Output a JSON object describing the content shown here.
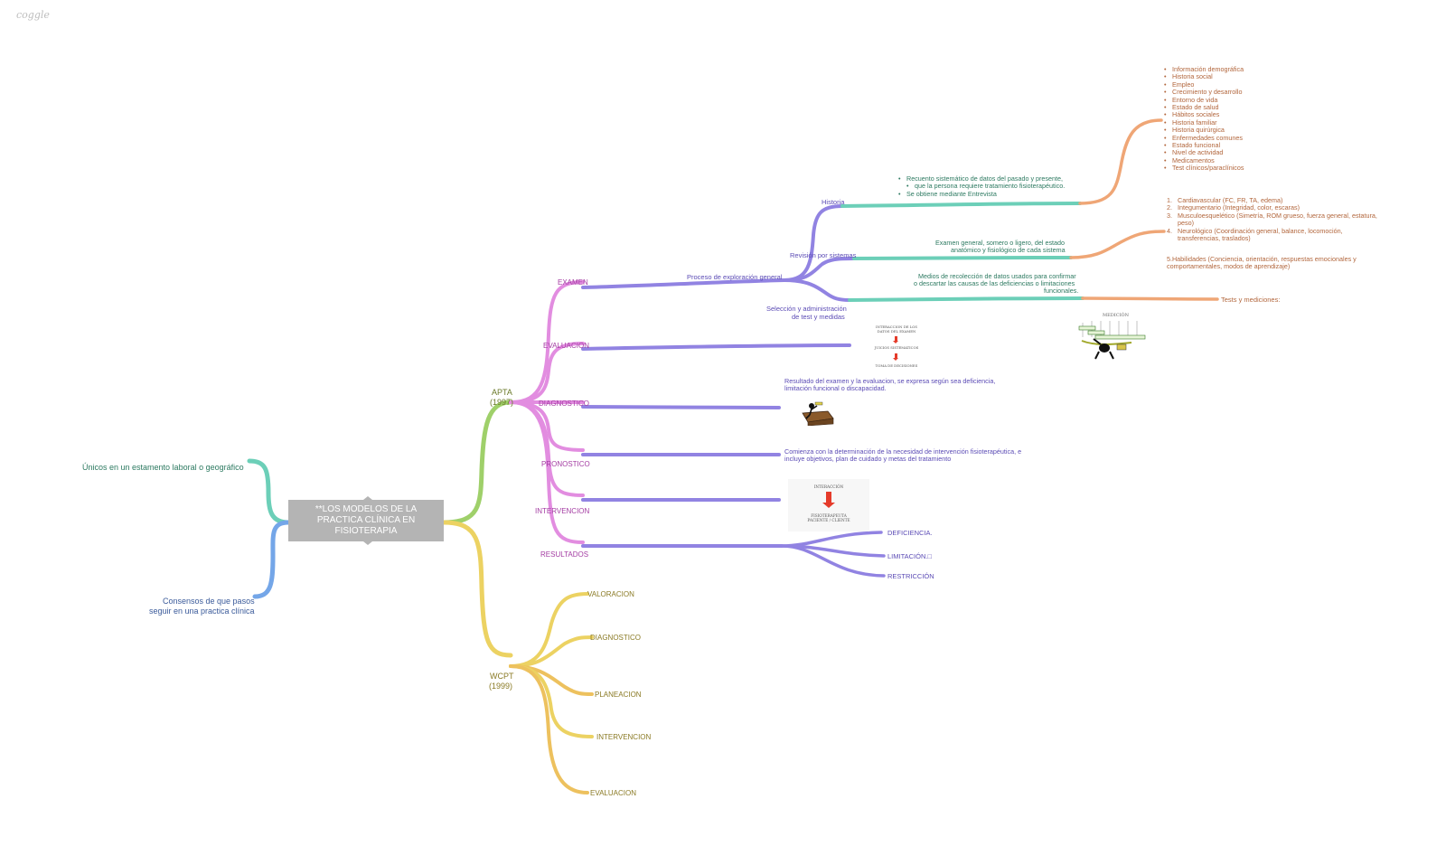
{
  "brand": "coggle",
  "colors": {
    "teal": "#6ccfb8",
    "blue": "#74a6e8",
    "green": "#9fd06a",
    "yellow": "#ecd262",
    "orange_yellow": "#edc15e",
    "magenta": "#e28de0",
    "purple": "#9183e2",
    "orange": "#efa676",
    "root_bg": "#b4b4b4"
  },
  "root": {
    "label": "**LOS MODELOS DE LA PRACTICA CLÍNICA EN FISIOTERAPIA"
  },
  "left": {
    "unique": "Únicos en un estamento laboral o geográfico",
    "consensus_1": "Consensos de que pasos",
    "consensus_2": "seguir en una practica clínica"
  },
  "apta": {
    "label_1": "APTA",
    "label_2": "(1997)",
    "branches": {
      "examen": "EXAMEN",
      "evaluacion": "EVALUACION",
      "diagnostico": "DIAGNOSTICO",
      "pronostico": "PRONOSTICO",
      "intervencion": "INTERVENCION",
      "resultados": "RESULTADOS"
    },
    "examen": {
      "proceso": "Proceso de exploración general",
      "historia": "Historia",
      "historia_notes": [
        "Recuento sistemático de datos del pasado y presente,",
        "que la persona requiere tratamiento fisioterapéutico.",
        "Se obtiene mediante Entrevista"
      ],
      "historia_items": [
        "Información demográfica",
        "Historia social",
        "Empleo",
        "Crecimiento y desarrollo",
        "Entorno de vida",
        "Estado de salud",
        "Hábitos sociales",
        "Historia familiar",
        "Historia quirúrgica",
        "Enfermedades comunes",
        "Estado funcional",
        "Nivel de actividad",
        "Medicamentos",
        "Test clínicos/paraclínicos"
      ],
      "revision": "Revisión por sistemas",
      "revision_note_1": "Examen general, somero o ligero, del estado",
      "revision_note_2": "anatómico y fisiológico de cada sistema",
      "revision_items": [
        {
          "n": "1.",
          "t": "Cardiavascular (FC, FR, TA, edema)"
        },
        {
          "n": "2.",
          "t": "Integumentario (Integridad, color, escaras)"
        },
        {
          "n": "3.",
          "t": "Musculoesquelético (Simetría, ROM grueso, fuerza general, estatura,"
        },
        {
          "n": "",
          "t": "peso)"
        },
        {
          "n": "4.",
          "t": "Neurológico (Coordinación general, balance, locomoción,"
        },
        {
          "n": "",
          "t": "transferencias, traslados)"
        }
      ],
      "habilidades_1": "5.Habilidades (Conciencia, orientación, respuestas emocionales y",
      "habilidades_2": "comportamentales, modos de aprendizaje)",
      "seleccion_1": "Selección y administración",
      "seleccion_2": "de test y medidas",
      "seleccion_note_1": "Medios de recolección de datos usados para confirmar",
      "seleccion_note_2": "o descartar las causas de las deficiencias o limitaciones",
      "seleccion_note_3": "funcionales.",
      "tests": "Tests y mediciones:",
      "medicion": "MEDICIÓN"
    },
    "evaluacion_fig": {
      "line_1": "INTERACCION DE LOS",
      "line_2": "DATOS DEL EXAMEN",
      "line_3": "JUICIOS SISTEMATICOS",
      "line_4": "TOMA DE DECISIONES"
    },
    "diagnostico_note_1": "Resultado del examen y la evaluacion, se expresa según sea deficiencia,",
    "diagnostico_note_2": "limitación funcional o discapacidad.",
    "pronostico_note_1": "Comienza con la determinación de la necesidad de intervención fisioterapéutica, e",
    "pronostico_note_2": "incluye objetivos, plan de cuidado y metas del tratamiento",
    "intervencion_fig": {
      "line_1": "INTERACCIÓN",
      "line_2": "FISIOTERAPEUTA",
      "line_3": "PACIENTE / CLIENTE"
    },
    "resultados": {
      "deficiencia": "DEFICIENCIA.",
      "limitacion": "LIMITACIÓN.□",
      "restriccion": "RESTRICCIÓN"
    }
  },
  "wcpt": {
    "label_1": "WCPT",
    "label_2": "(1999)",
    "branches": {
      "valoracion": "VALORACION",
      "diagnostico": "DIAGNOSTICO",
      "planeacion": "PLANEACION",
      "intervencion": "INTERVENCION",
      "evaluacion": "EVALUACION"
    }
  }
}
